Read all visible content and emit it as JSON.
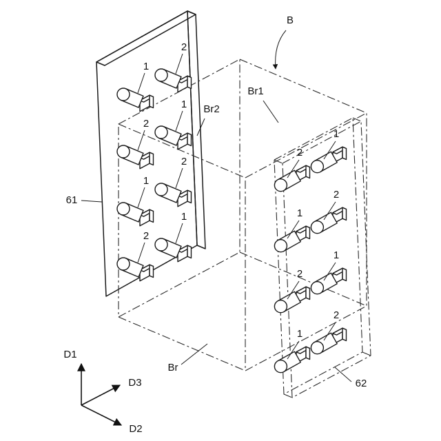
{
  "figure": {
    "reference_labels": {
      "module": "B",
      "left_plate": "61",
      "right_plate": "62",
      "busbar": "Br",
      "busbar_1": "Br1",
      "busbar_2": "Br2"
    },
    "axis_labels": {
      "d1": "D1",
      "d2": "D2",
      "d3": "D3"
    },
    "pins": {
      "left_plate": [
        [
          "1",
          "2"
        ],
        [
          "2",
          "1"
        ],
        [
          "1",
          "2"
        ],
        [
          "2",
          "1"
        ]
      ],
      "right_plate": [
        [
          "2",
          "1"
        ],
        [
          "1",
          "2"
        ],
        [
          "2",
          "1"
        ],
        [
          "1",
          "2"
        ]
      ]
    },
    "colors": {
      "ink": "#1a1a1a",
      "background": "#ffffff"
    }
  }
}
